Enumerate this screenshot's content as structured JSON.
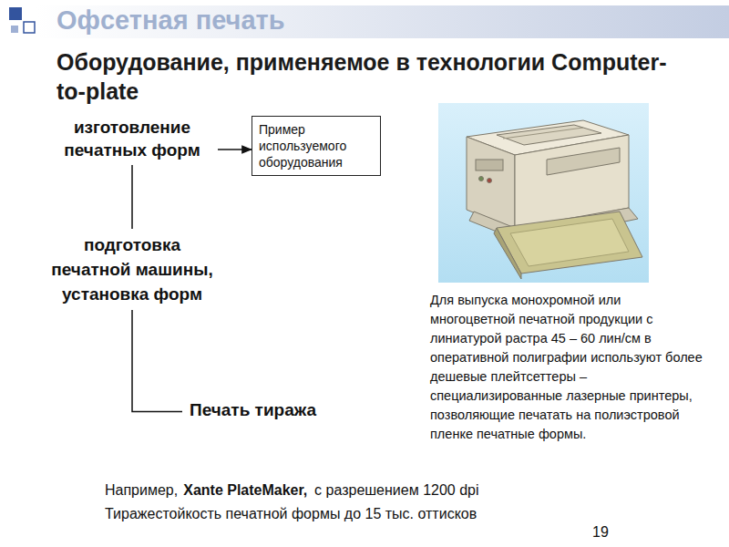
{
  "diagram": {
    "title": "Офсетная печать",
    "nodes": [
      {
        "text": [
          "изготовление печатных форм"
        ]
      },
      {
        "text": [
          "Пример используемого оборудования"
        ]
      },
      {
        "text": [
          "подготовка печатной машины, установка форм"
        ]
      },
      {
        "text": [
          "Печать тиража"
        ]
      }
    ],
    "edges": [
      {
        "from": 0,
        "to": 1,
        "arrow": "to"
      },
      {
        "from": 0,
        "to": 2,
        "arrow": "none"
      },
      {
        "from": 2,
        "to": 3,
        "arrow": "none"
      }
    ],
    "labels": [
      "Оборудование, применяемое в технологии Computer-to-plate",
      "Для выпуска монохромной или многоцветной печатной продукции с линиатурой растра 45 – 60 лин/см в оперативной полиграфии используют более дешевые плейтсеттеры – специализированные лазерные принтеры, позволяющие печатать на полиэстровой пленке печатные формы.",
      "Например,",
      "Xante PlateMaker,",
      "с разрешением 1200 dpi",
      "Тиражестойкость печатной формы до 15 тыс. оттисков",
      "19"
    ]
  }
}
